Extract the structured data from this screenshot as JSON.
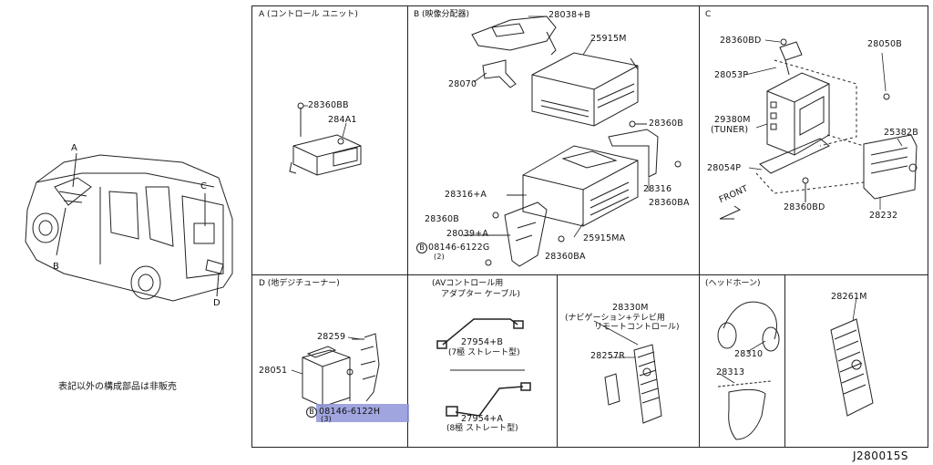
{
  "left": {
    "callouts": [
      "A",
      "B",
      "C",
      "D"
    ],
    "note": "表記以外の構成部品は非販売"
  },
  "panels": {
    "A": {
      "title": "A (コントロール ユニット)",
      "parts": [
        "28360BB",
        "284A1"
      ]
    },
    "B": {
      "title": "B (映像分配器)",
      "parts": [
        "28038+B",
        "25915M",
        "28070",
        "28360B",
        "28316",
        "28360BA",
        "28316+A",
        "28360B",
        "28039+A",
        "08146-6122G",
        "(2)",
        "25915MA",
        "28360BA"
      ]
    },
    "C": {
      "title": "C",
      "parts": [
        "28360BD",
        "28050B",
        "28053P",
        "29380M",
        "(TUNER)",
        "25382B",
        "28054P",
        "FRONT",
        "28360BD",
        "28232"
      ]
    },
    "D": {
      "title": "D (地デジチューナー)",
      "parts": [
        "28259",
        "28051",
        "08146-6122H",
        "(3)"
      ]
    },
    "E": {
      "title": "(AVコントロール用",
      "title2": "アダプター ケーブル)",
      "parts": [
        "27954+B",
        "(7極 ストレート型)",
        "27954+A",
        "(8極 ストレート型)"
      ]
    },
    "F": {
      "parts": [
        "28330M",
        "(ナビゲーション+テレビ用",
        "リモートコントロール)",
        "28257R"
      ]
    },
    "G": {
      "title": "(ヘッドホーン)",
      "parts": [
        "28310",
        "28313"
      ]
    },
    "H": {
      "parts": [
        "28261M"
      ]
    }
  },
  "bolt_marker": "B",
  "diagram_code": "J280015S",
  "highlight_color": "#8f95d9"
}
